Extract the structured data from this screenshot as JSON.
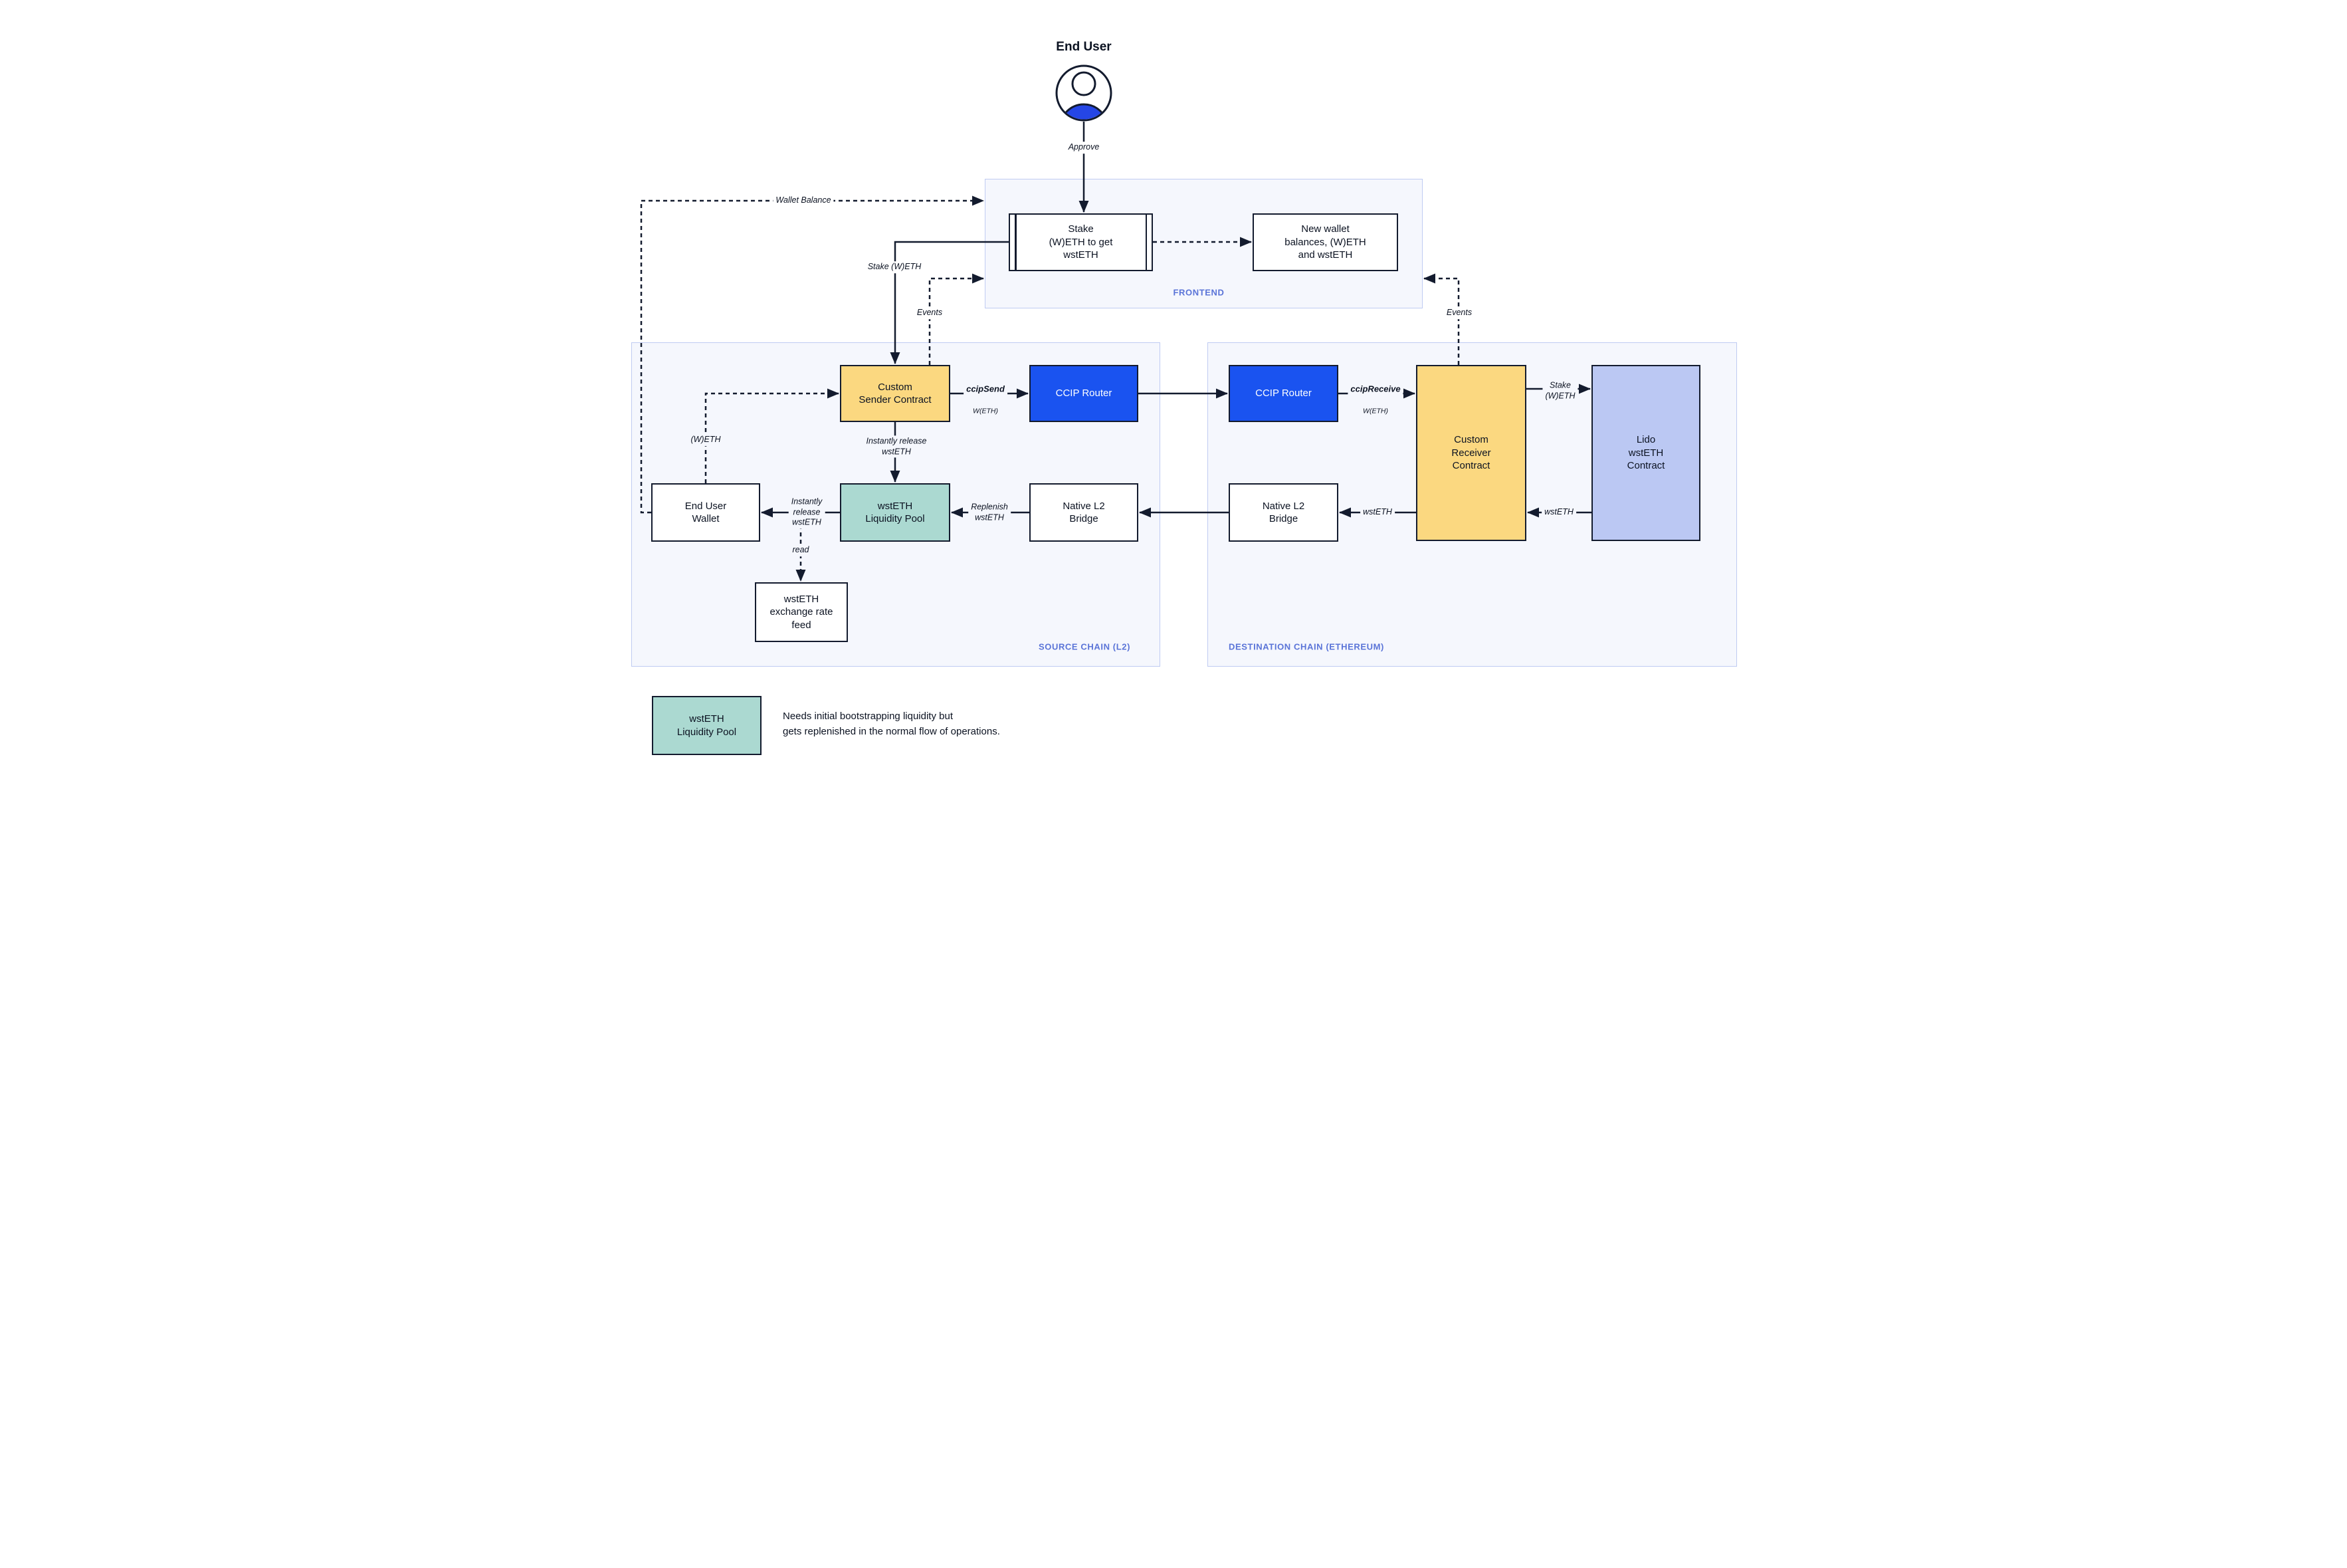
{
  "colors": {
    "line": "#131b2e",
    "section_fill": "#f5f7fd",
    "section_border": "#bfcbf2",
    "section_label": "#5a74d8",
    "contract_yellow": "#fbd880",
    "router_blue": "#1a53f0",
    "pool_teal": "#abd9d1",
    "lido_periwinkle": "#bbc8f3",
    "actor_blue": "#2546e6"
  },
  "actor": {
    "label": "End User"
  },
  "frontend": {
    "label": "FRONTEND",
    "stake_box": "Stake\n(W)ETH to get\nwstETH",
    "balances_box": "New wallet\nbalances, (W)ETH\nand wstETH"
  },
  "source_chain": {
    "label": "SOURCE CHAIN (L2)",
    "custom_sender": "Custom\nSender Contract",
    "ccip_router": "CCIP Router",
    "end_user_wallet": "End User\nWallet",
    "liquidity_pool": "wstETH\nLiquidity Pool",
    "native_bridge": "Native L2\nBridge",
    "rate_feed": "wstETH\nexchange rate\nfeed"
  },
  "destination_chain": {
    "label": "DESTINATION CHAIN (ETHEREUM)",
    "ccip_router": "CCIP Router",
    "custom_receiver": "Custom\nReceiver\nContract",
    "native_bridge": "Native L2\nBridge",
    "lido_contract": "Lido\nwstETH\nContract"
  },
  "edge_labels": {
    "approve": "Approve",
    "wallet_balance": "Wallet Balance",
    "stake_weth": "Stake (W)ETH",
    "events_left": "Events",
    "events_right": "Events",
    "ccip_send": "ccipSend",
    "ccip_send_asset": "W(ETH)",
    "ccip_receive": "ccipReceive",
    "ccip_receive_asset": "W(ETH)",
    "stake_weth_dest": "Stake\n(W)ETH",
    "wsteth_from_lido": "wstETH",
    "wsteth_to_bridge": "wstETH",
    "replenish": "Replenish\nwstETH",
    "instant_release_down": "Instantly release\nwstETH",
    "instant_release_left": "Instantly\nrelease\nwstETH",
    "weth_return": "(W)ETH",
    "read": "read"
  },
  "legend": {
    "box_label": "wstETH\nLiquidity Pool",
    "note": "Needs initial bootstrapping liquidity but\ngets replenished in the normal flow of operations."
  }
}
